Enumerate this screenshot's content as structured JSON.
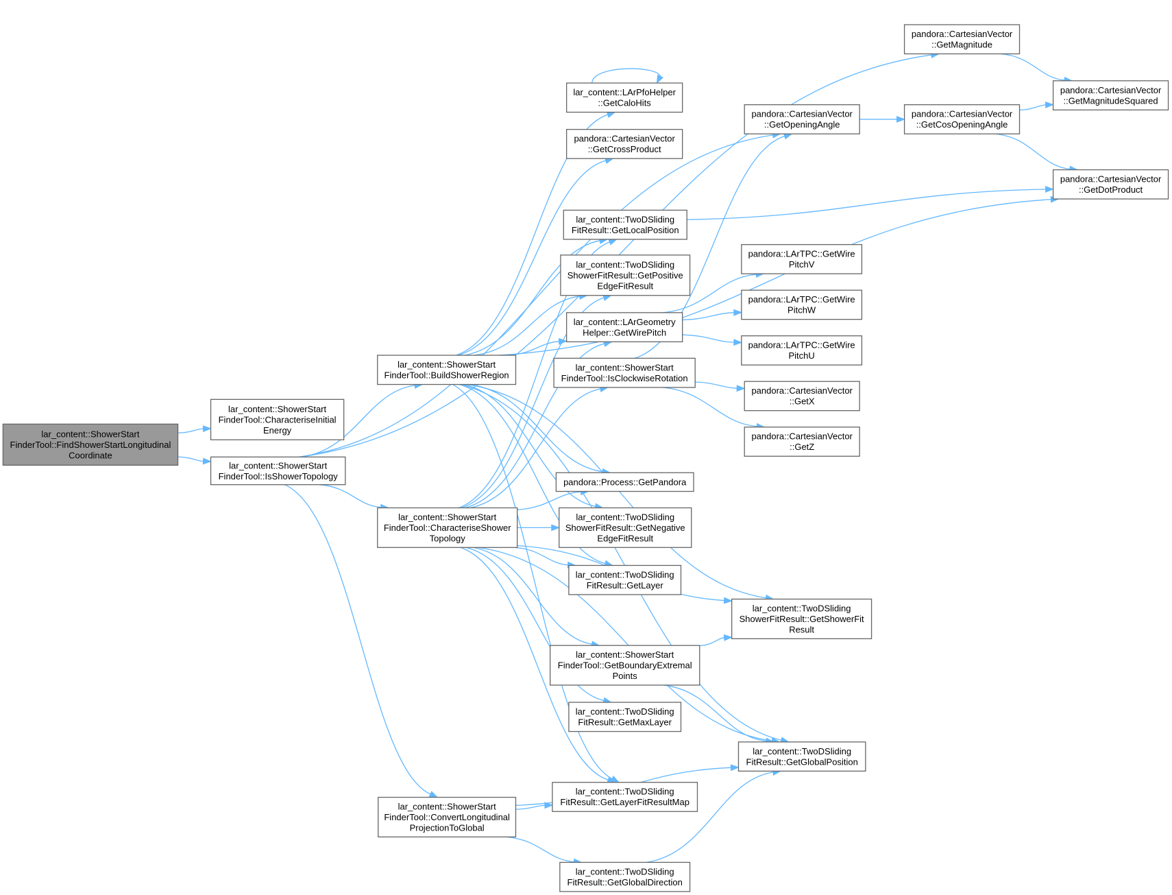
{
  "colors": {
    "edge": "#63b8ff",
    "node_border": "#666666",
    "root_fill": "#999999",
    "node_fill": "#ffffff"
  },
  "nodes": [
    {
      "id": "n0",
      "lines": [
        "lar_content::ShowerStart",
        "FinderTool::FindShowerStartLongitudinal",
        "Coordinate"
      ],
      "root": true
    },
    {
      "id": "n1",
      "lines": [
        "lar_content::ShowerStart",
        "FinderTool::CharacteriseInitial",
        "Energy"
      ]
    },
    {
      "id": "n2",
      "lines": [
        "lar_content::ShowerStart",
        "FinderTool::IsShowerTopology"
      ]
    },
    {
      "id": "n3",
      "lines": [
        "pandora::CartesianVector",
        "::GetMagnitude"
      ]
    },
    {
      "id": "n4",
      "lines": [
        "pandora::CartesianVector",
        "::GetOpeningAngle"
      ]
    },
    {
      "id": "n5",
      "lines": [
        "lar_content::ShowerStart",
        "FinderTool::BuildShowerRegion"
      ]
    },
    {
      "id": "n6",
      "lines": [
        "lar_content::ShowerStart",
        "FinderTool::CharacteriseShower",
        "Topology"
      ]
    },
    {
      "id": "n7",
      "lines": [
        "lar_content::ShowerStart",
        "FinderTool::ConvertLongitudinal",
        "ProjectionToGlobal"
      ]
    },
    {
      "id": "n8",
      "lines": [
        "pandora::CartesianVector",
        "::GetMagnitudeSquared"
      ]
    },
    {
      "id": "n9",
      "lines": [
        "pandora::CartesianVector",
        "::GetCosOpeningAngle"
      ]
    },
    {
      "id": "n10",
      "lines": [
        "lar_content::LArPfoHelper",
        "::GetCaloHits"
      ]
    },
    {
      "id": "n11",
      "lines": [
        "pandora::CartesianVector",
        "::GetCrossProduct"
      ]
    },
    {
      "id": "n12",
      "lines": [
        "pandora::CartesianVector",
        "::GetDotProduct"
      ]
    },
    {
      "id": "n13",
      "lines": [
        "lar_content::TwoDSliding",
        "FitResult::GetLocalPosition"
      ]
    },
    {
      "id": "n14",
      "lines": [
        "lar_content::TwoDSliding",
        "ShowerFitResult::GetPositive",
        "EdgeFitResult"
      ]
    },
    {
      "id": "n15",
      "lines": [
        "lar_content::LArGeometry",
        "Helper::GetWirePitch"
      ]
    },
    {
      "id": "n16",
      "lines": [
        "pandora::LArTPC::GetWire",
        "PitchV"
      ]
    },
    {
      "id": "n17",
      "lines": [
        "pandora::LArTPC::GetWire",
        "PitchW"
      ]
    },
    {
      "id": "n18",
      "lines": [
        "pandora::LArTPC::GetWire",
        "PitchU"
      ]
    },
    {
      "id": "n19",
      "lines": [
        "lar_content::ShowerStart",
        "FinderTool::IsClockwiseRotation"
      ]
    },
    {
      "id": "n20",
      "lines": [
        "pandora::CartesianVector",
        "::GetX"
      ]
    },
    {
      "id": "n21",
      "lines": [
        "pandora::CartesianVector",
        "::GetZ"
      ]
    },
    {
      "id": "n22",
      "lines": [
        "pandora::Process::GetPandora"
      ]
    },
    {
      "id": "n23",
      "lines": [
        "lar_content::TwoDSliding",
        "ShowerFitResult::GetNegative",
        "EdgeFitResult"
      ]
    },
    {
      "id": "n24",
      "lines": [
        "lar_content::TwoDSliding",
        "FitResult::GetLayer"
      ]
    },
    {
      "id": "n25",
      "lines": [
        "lar_content::TwoDSliding",
        "ShowerFitResult::GetShowerFit",
        "Result"
      ]
    },
    {
      "id": "n26",
      "lines": [
        "lar_content::ShowerStart",
        "FinderTool::GetBoundaryExtremal",
        "Points"
      ]
    },
    {
      "id": "n27",
      "lines": [
        "lar_content::TwoDSliding",
        "FitResult::GetMaxLayer"
      ]
    },
    {
      "id": "n28",
      "lines": [
        "lar_content::TwoDSliding",
        "FitResult::GetGlobalPosition"
      ]
    },
    {
      "id": "n29",
      "lines": [
        "lar_content::TwoDSliding",
        "FitResult::GetLayerFitResultMap"
      ]
    },
    {
      "id": "n30",
      "lines": [
        "lar_content::TwoDSliding",
        "FitResult::GetGlobalDirection"
      ]
    }
  ],
  "edges": [
    [
      "n0",
      "n1"
    ],
    [
      "n0",
      "n2"
    ],
    [
      "n2",
      "n3"
    ],
    [
      "n2",
      "n4"
    ],
    [
      "n2",
      "n5"
    ],
    [
      "n2",
      "n6"
    ],
    [
      "n2",
      "n7"
    ],
    [
      "n5",
      "n10"
    ],
    [
      "n5",
      "n11"
    ],
    [
      "n5",
      "n12"
    ],
    [
      "n5",
      "n13"
    ],
    [
      "n5",
      "n14"
    ],
    [
      "n5",
      "n15"
    ],
    [
      "n5",
      "n22"
    ],
    [
      "n5",
      "n23"
    ],
    [
      "n5",
      "n24"
    ],
    [
      "n5",
      "n25"
    ],
    [
      "n5",
      "n28"
    ],
    [
      "n5",
      "n29"
    ],
    [
      "n6",
      "n13"
    ],
    [
      "n6",
      "n14"
    ],
    [
      "n6",
      "n15"
    ],
    [
      "n6",
      "n19"
    ],
    [
      "n6",
      "n22"
    ],
    [
      "n6",
      "n23"
    ],
    [
      "n6",
      "n24"
    ],
    [
      "n6",
      "n25"
    ],
    [
      "n6",
      "n26"
    ],
    [
      "n6",
      "n27"
    ],
    [
      "n6",
      "n28"
    ],
    [
      "n6",
      "n29"
    ],
    [
      "n7",
      "n29"
    ],
    [
      "n7",
      "n28"
    ],
    [
      "n7",
      "n30"
    ],
    [
      "n3",
      "n8"
    ],
    [
      "n4",
      "n9"
    ],
    [
      "n9",
      "n8"
    ],
    [
      "n9",
      "n12"
    ],
    [
      "n13",
      "n12"
    ],
    [
      "n10",
      "n10"
    ],
    [
      "n15",
      "n16"
    ],
    [
      "n15",
      "n17"
    ],
    [
      "n15",
      "n18"
    ],
    [
      "n19",
      "n4"
    ],
    [
      "n19",
      "n20"
    ],
    [
      "n19",
      "n21"
    ],
    [
      "n26",
      "n25"
    ],
    [
      "n26",
      "n28"
    ],
    [
      "n30",
      "n28"
    ]
  ]
}
